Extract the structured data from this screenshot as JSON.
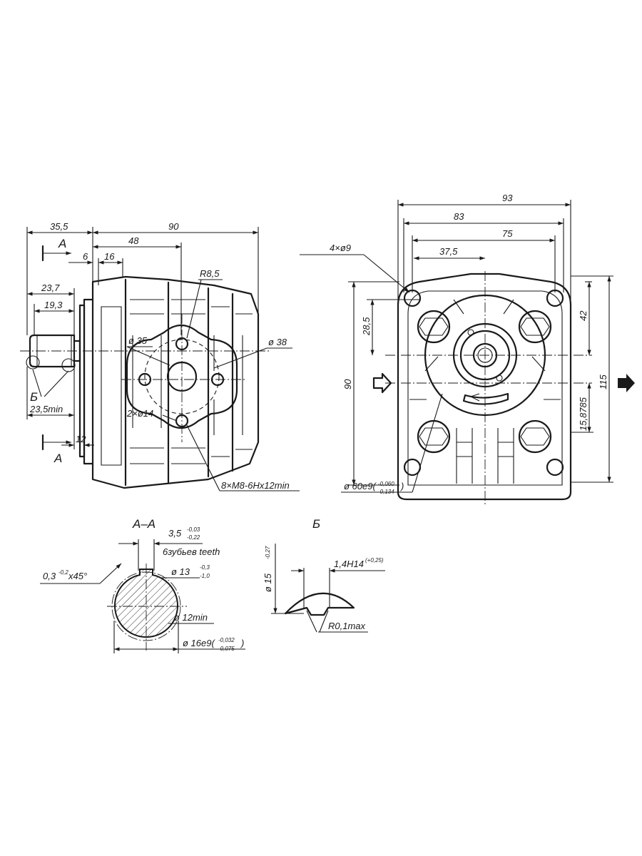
{
  "side_view": {
    "section_mark": "A",
    "dims": {
      "d35_5": "35,5",
      "d90": "90",
      "d48": "48",
      "d6": "6",
      "d16": "16",
      "d23_7": "23,7",
      "d19_3": "19,3",
      "d23_5min": "23,5min",
      "d12": "12",
      "detail_mark": "Б"
    },
    "flange": {
      "r8_5": "R8,5",
      "dia35": "ø 35",
      "dia38": "ø 38",
      "holes": "2×ø14",
      "threads": "8×M8-6Hx12min"
    }
  },
  "front_view": {
    "dims": {
      "d93": "93",
      "d83": "83",
      "d75": "75",
      "d37_5": "37,5",
      "holes": "4×ø9",
      "d28_5": "28,5",
      "d42": "42",
      "d90": "90",
      "d115": "115",
      "d15_8785": "15,8785",
      "pilot": "ø 60e9(",
      "pilot_upper": "-0,060",
      "pilot_lower": "-0,134",
      "pilot_close": ")"
    }
  },
  "section_aa": {
    "title": "A–A",
    "tooth_width": "3,5",
    "tooth_upper": "-0,03",
    "tooth_lower": "-0,22",
    "teeth": "6зубьев teeth",
    "chamfer": "0,3",
    "chamfer_tol": "-0,2",
    "chamfer_angle": "x45°",
    "d13": "ø 13",
    "d13_upper": "-0,3",
    "d13_lower": "-1,0",
    "d12": "ø 12min",
    "d16": "ø 16e9(",
    "d16_upper": "-0,032",
    "d16_lower": "-0,075",
    "d16_close": ")"
  },
  "detail_b": {
    "title": "Б",
    "d15": "ø 15",
    "d15_tol": "-0,27",
    "groove": "1,4H14",
    "groove_tol": "(+0,25)",
    "radius": "R0,1max"
  }
}
